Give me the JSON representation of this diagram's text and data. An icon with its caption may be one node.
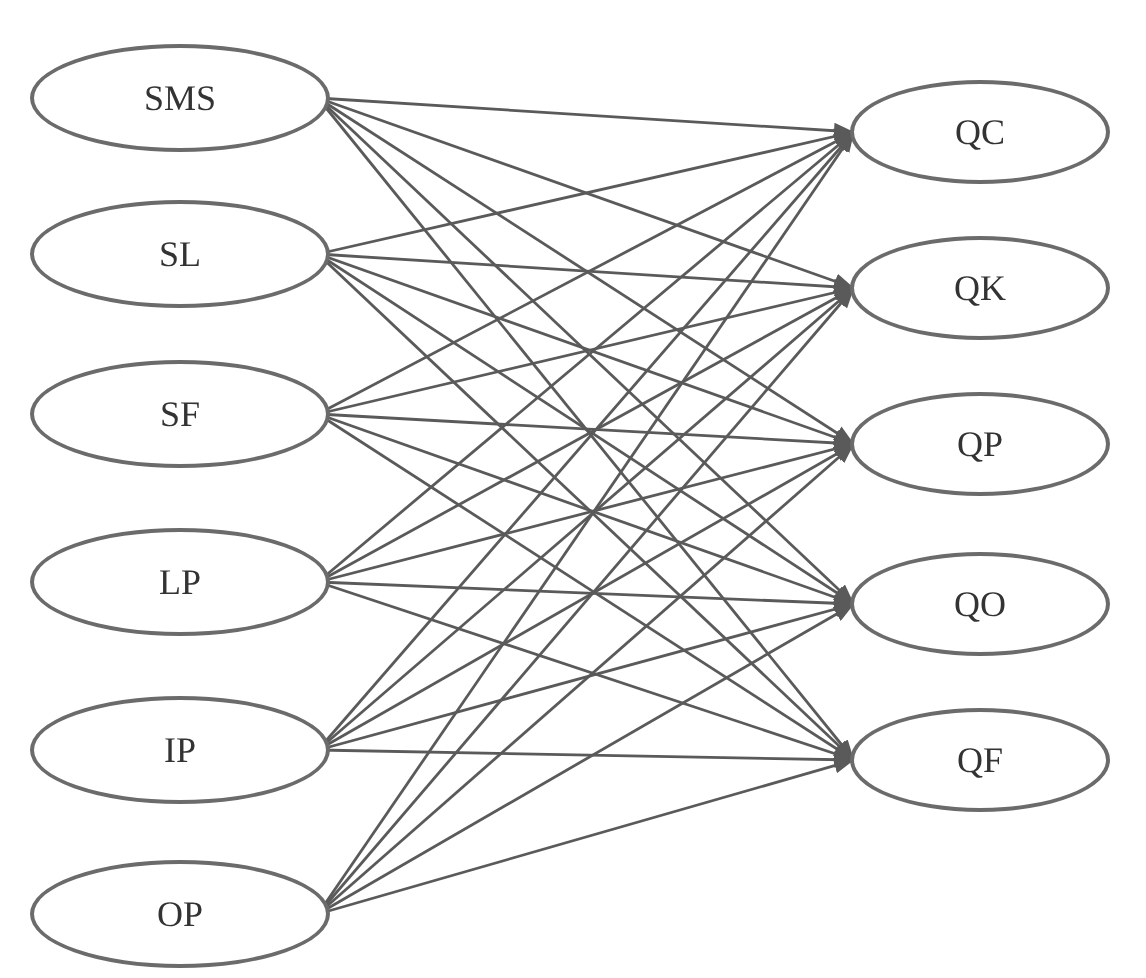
{
  "diagram": {
    "nodes": [
      {
        "text": [
          "SMS"
        ]
      },
      {
        "text": [
          "SL"
        ]
      },
      {
        "text": [
          "SF"
        ]
      },
      {
        "text": [
          "LP"
        ]
      },
      {
        "text": [
          "IP"
        ]
      },
      {
        "text": [
          "OP"
        ]
      },
      {
        "text": [
          "QC"
        ]
      },
      {
        "text": [
          "QK"
        ]
      },
      {
        "text": [
          "QP"
        ]
      },
      {
        "text": [
          "QO"
        ]
      },
      {
        "text": [
          "QF"
        ]
      }
    ],
    "edges": [
      {
        "from": 0,
        "to": 6,
        "arrow": "to"
      },
      {
        "from": 0,
        "to": 7,
        "arrow": "to"
      },
      {
        "from": 0,
        "to": 8,
        "arrow": "to"
      },
      {
        "from": 0,
        "to": 9,
        "arrow": "to"
      },
      {
        "from": 0,
        "to": 10,
        "arrow": "to"
      },
      {
        "from": 1,
        "to": 6,
        "arrow": "to"
      },
      {
        "from": 1,
        "to": 7,
        "arrow": "to"
      },
      {
        "from": 1,
        "to": 8,
        "arrow": "to"
      },
      {
        "from": 1,
        "to": 9,
        "arrow": "to"
      },
      {
        "from": 1,
        "to": 10,
        "arrow": "to"
      },
      {
        "from": 2,
        "to": 6,
        "arrow": "to"
      },
      {
        "from": 2,
        "to": 7,
        "arrow": "to"
      },
      {
        "from": 2,
        "to": 8,
        "arrow": "to"
      },
      {
        "from": 2,
        "to": 9,
        "arrow": "to"
      },
      {
        "from": 2,
        "to": 10,
        "arrow": "to"
      },
      {
        "from": 3,
        "to": 6,
        "arrow": "to"
      },
      {
        "from": 3,
        "to": 7,
        "arrow": "to"
      },
      {
        "from": 3,
        "to": 8,
        "arrow": "to"
      },
      {
        "from": 3,
        "to": 9,
        "arrow": "to"
      },
      {
        "from": 3,
        "to": 10,
        "arrow": "to"
      },
      {
        "from": 4,
        "to": 6,
        "arrow": "to"
      },
      {
        "from": 4,
        "to": 7,
        "arrow": "to"
      },
      {
        "from": 4,
        "to": 8,
        "arrow": "to"
      },
      {
        "from": 4,
        "to": 9,
        "arrow": "to"
      },
      {
        "from": 4,
        "to": 10,
        "arrow": "to"
      },
      {
        "from": 5,
        "to": 6,
        "arrow": "to"
      },
      {
        "from": 5,
        "to": 7,
        "arrow": "to"
      },
      {
        "from": 5,
        "to": 8,
        "arrow": "to"
      },
      {
        "from": 5,
        "to": 9,
        "arrow": "to"
      },
      {
        "from": 5,
        "to": 10,
        "arrow": "to"
      }
    ]
  }
}
